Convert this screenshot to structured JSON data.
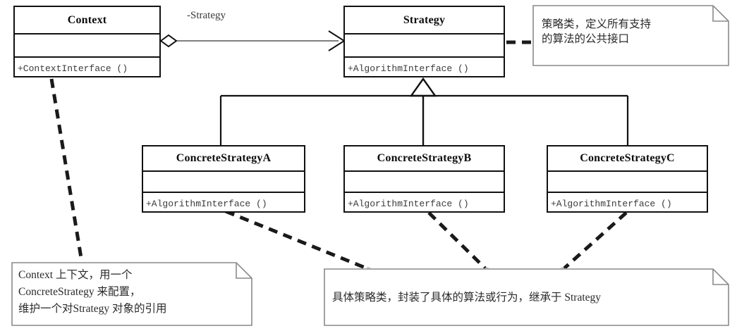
{
  "diagram": {
    "title": "Strategy Pattern UML Class Diagram",
    "background": "#ffffff",
    "line_color": "#111111",
    "note_border_color": "#8a8a8a",
    "dashed_color": "#1a1a1a"
  },
  "classes": [
    {
      "id": "context",
      "name": "Context",
      "attributes": "",
      "operations": "+ContextInterface ()"
    },
    {
      "id": "strategy",
      "name": "Strategy",
      "attributes": "",
      "operations": "+AlgorithmInterface ()"
    },
    {
      "id": "concrete-a",
      "name": "ConcreteStrategyA",
      "attributes": "",
      "operations": "+AlgorithmInterface ()"
    },
    {
      "id": "concrete-b",
      "name": "ConcreteStrategyB",
      "attributes": "",
      "operations": "+AlgorithmInterface ()"
    },
    {
      "id": "concrete-c",
      "name": "ConcreteStrategyC",
      "attributes": "",
      "operations": "+AlgorithmInterface ()"
    }
  ],
  "relations": {
    "association_label": "-Strategy"
  },
  "notes": {
    "strategy_note": "策略类，定义所有支持\n的算法的公共接口",
    "context_note": "Context 上下文，用一个\nConcreteStrategy 来配置，\n维护一个对Strategy 对象的引用",
    "concrete_note": "具体策略类，封装了具体的算法或行为，继承于 Strategy"
  }
}
